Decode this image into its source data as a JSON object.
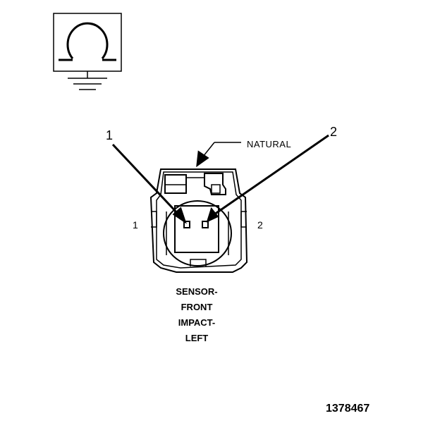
{
  "diagram": {
    "callouts": [
      "1",
      "2"
    ],
    "pin_labels": [
      "1",
      "2"
    ],
    "color_label": "NATURAL",
    "connector_name_lines": [
      "SENSOR-",
      "FRONT",
      "IMPACT-",
      "LEFT"
    ],
    "figure_id": "1378467",
    "icons": [
      "ohm-meter-icon",
      "ground-symbol-icon"
    ]
  }
}
